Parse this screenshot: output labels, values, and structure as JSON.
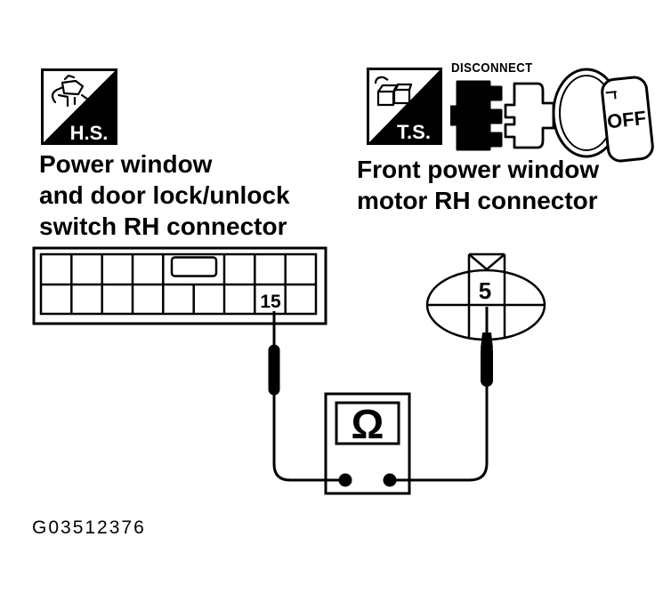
{
  "figure": {
    "id": "G03512376"
  },
  "colors": {
    "ink": "#000000",
    "paper": "#ffffff"
  },
  "left_connector": {
    "tool_icon_label": "H.S.",
    "caption_lines": [
      "Power window",
      "and door lock/unlock",
      "switch RH connector"
    ],
    "pin_label": "15",
    "grid": {
      "rows": 2,
      "columns": 9
    }
  },
  "right_connector": {
    "tool_icon_label": "T.S.",
    "disconnect_label": "DISCONNECT",
    "ignition_key_label": "OFF",
    "caption_lines": [
      "Front power window",
      "motor RH connector"
    ],
    "pin_label": "5"
  },
  "meter": {
    "symbol": "Ω"
  }
}
